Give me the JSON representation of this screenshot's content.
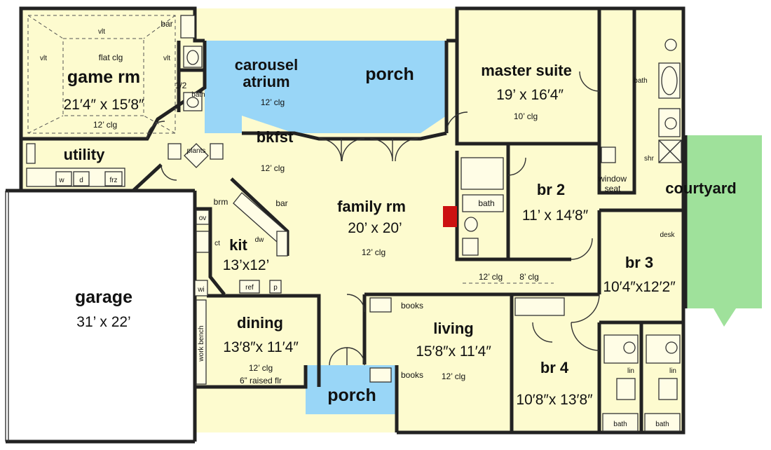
{
  "colors": {
    "floor": "#fdfbcf",
    "porch": "#99d6f7",
    "courtyard": "#9fe19b",
    "garage": "#ffffff",
    "wall": "#222222",
    "fireplace": "#cc1111"
  },
  "rooms": {
    "game_rm": {
      "name": "game rm",
      "dim": "21′4″ x 15′8″",
      "ceiling": "12’ clg",
      "flat_clg": "flat clg",
      "vlt_a": "vlt",
      "vlt_b": "vlt",
      "vlt_c": "vlt"
    },
    "half_bath": {
      "label": "1/2",
      "bath": "bath",
      "bar": "bar"
    },
    "utility": {
      "name": "utility",
      "d": "d",
      "frz": "frz",
      "w": "w"
    },
    "carousel": {
      "name_line1": "carousel",
      "name_line2": "atrium",
      "ceiling": "12’ clg",
      "plants": "plants"
    },
    "porch_top": {
      "name": "porch"
    },
    "bkfst": {
      "name": "bkfst",
      "ceiling": "12’ clg"
    },
    "master": {
      "name": "master suite",
      "dim": "19’ x 16′4″",
      "ceiling": "10’ clg",
      "bath": "bath",
      "shr": "shr"
    },
    "br2": {
      "name": "br 2",
      "dim": "11’ x 14′8″",
      "bath": "bath",
      "window_line1": "window",
      "window_line2": "seat"
    },
    "courtyard": {
      "name": "courtyard"
    },
    "family": {
      "name": "family rm",
      "dim": "20’ x 20’",
      "ceiling": "12’ clg",
      "clg_a": "12’ clg",
      "clg_b": "8’ clg"
    },
    "kit": {
      "name": "kit",
      "dim": "13’x12’",
      "brm": "brm",
      "bar": "bar",
      "dw": "dw",
      "ov": "ov",
      "ct": "ct",
      "ref": "ref",
      "p": "p",
      "wi": "wi"
    },
    "br3": {
      "name": "br 3",
      "dim": "10′4″x12′2″",
      "desk": "desk"
    },
    "garage": {
      "name": "garage",
      "dim": "31’ x 22’",
      "bench": "work bench"
    },
    "dining": {
      "name": "dining",
      "dim": "13′8″x 11′4″",
      "ceiling": "12’ clg",
      "floor_note": "6” raised flr"
    },
    "living": {
      "name": "living",
      "dim": "15′8″x 11′4″",
      "ceiling": "12’ clg",
      "books_a": "books",
      "books_b": "books"
    },
    "br4": {
      "name": "br 4",
      "dim": "10′8″x 13′8″"
    },
    "baths_se": {
      "lin_a": "lin",
      "lin_b": "lin",
      "bath_a": "bath",
      "bath_b": "bath"
    },
    "porch_bottom": {
      "name": "porch"
    }
  }
}
